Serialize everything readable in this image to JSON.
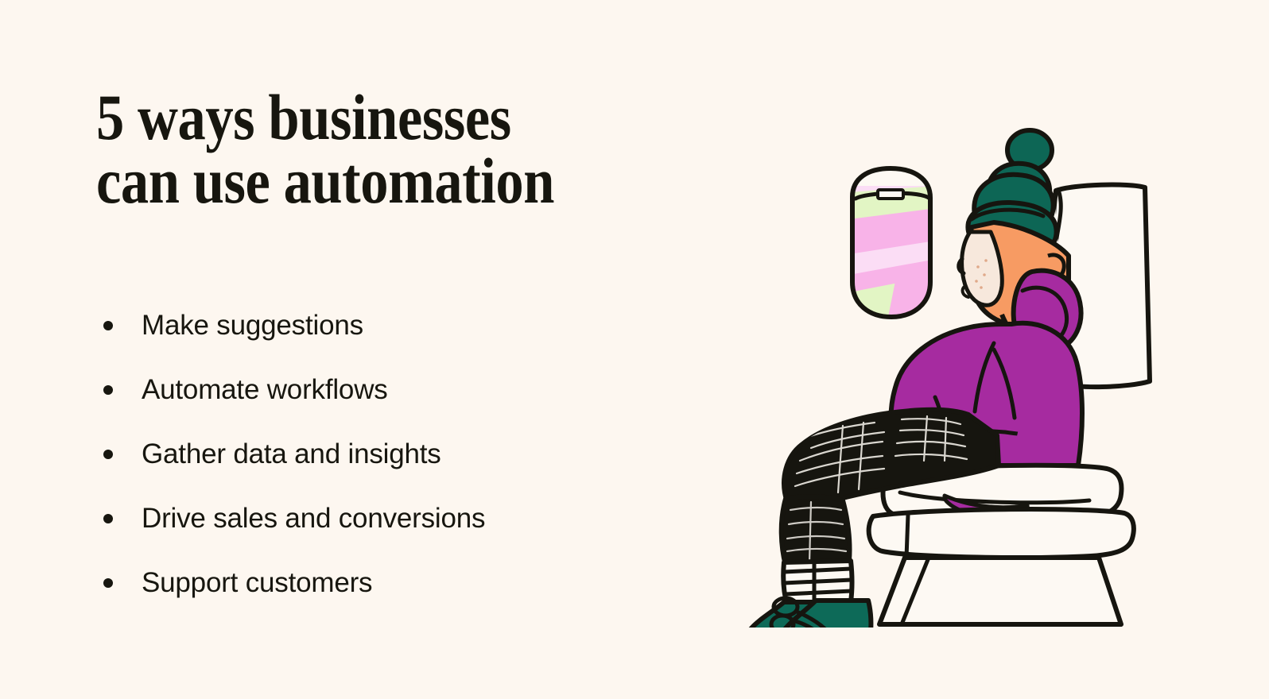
{
  "background_color": "#FDF7F0",
  "text_color": "#17160F",
  "heading": {
    "line1": "5 ways businesses",
    "line2": "can use automation",
    "full": "5 ways businesses\ncan use automation"
  },
  "list": {
    "items": [
      {
        "label": "Make suggestions",
        "bullet": "bullet-dot-icon"
      },
      {
        "label": "Automate workflows",
        "bullet": "bullet-dot-icon"
      },
      {
        "label": "Gather data and insights",
        "bullet": "bullet-dot-icon"
      },
      {
        "label": "Drive sales and conversions",
        "bullet": "bullet-dot-icon"
      },
      {
        "label": "Support customers",
        "bullet": "bullet-dot-icon"
      }
    ]
  },
  "illustration": {
    "name": "person-sitting-in-airplane-seat-illustration",
    "alt": "Person in a purple hoodie and green beanie sitting in an airplane seat beside a window",
    "parts": [
      "airplane-window",
      "beanie-hat",
      "head-face",
      "purple-hoodie",
      "black-trousers",
      "striped-socks",
      "teal-boots",
      "airplane-seat"
    ],
    "colors": {
      "outline": "#16150F",
      "seat_fill": "#FDF9F3",
      "hoodie_purple": "#A62BA0",
      "beanie_teal": "#0D6655",
      "boot_teal": "#0D6A58",
      "skin_orange": "#F79B63",
      "face_light": "#F7E8DC",
      "window_green": "#E2F5C4",
      "window_pink": "#F8B3E8",
      "window_pale_pink": "#FBDDF5",
      "trouser_black": "#16150F",
      "sock_white": "#FDF9F3"
    }
  }
}
